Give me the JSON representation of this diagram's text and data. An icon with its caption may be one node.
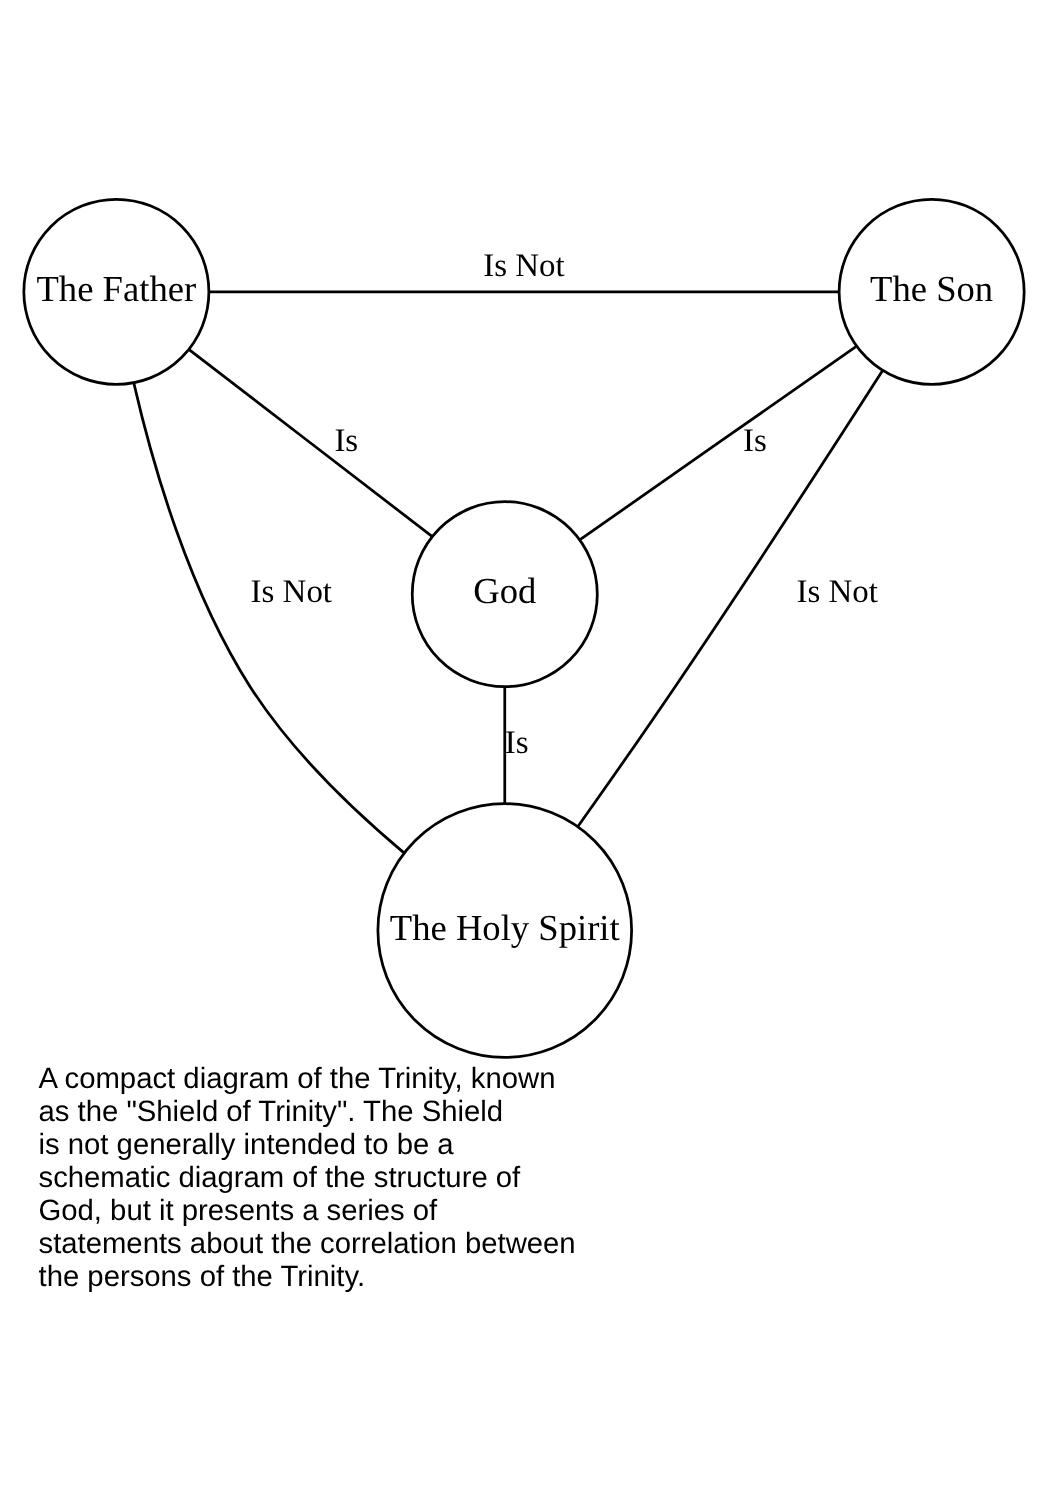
{
  "diagram": {
    "caption": "A compact diagram of the Trinity, known as the \"Shield of Trinity\". The Shield is not generally intended to be a schematic diagram of the structure of God, but it presents a series of statements about the correlation between the persons of the Trinity.",
    "nodes": [
      {
        "text": [
          "The Father"
        ]
      },
      {
        "text": [
          "The Son"
        ]
      },
      {
        "text": [
          "God"
        ]
      },
      {
        "text": [
          "The Holy Spirit"
        ]
      }
    ],
    "edges": [
      {
        "from": 0,
        "to": 1,
        "arrow": "none",
        "label": "Is Not"
      },
      {
        "from": 0,
        "to": 2,
        "arrow": "none",
        "label": "Is"
      },
      {
        "from": 1,
        "to": 2,
        "arrow": "none",
        "label": "Is"
      },
      {
        "from": 0,
        "to": 3,
        "arrow": "none",
        "label": "Is Not"
      },
      {
        "from": 2,
        "to": 3,
        "arrow": "none",
        "label": "Is"
      },
      {
        "from": 1,
        "to": 3,
        "arrow": "none",
        "label": "Is Not"
      }
    ]
  }
}
